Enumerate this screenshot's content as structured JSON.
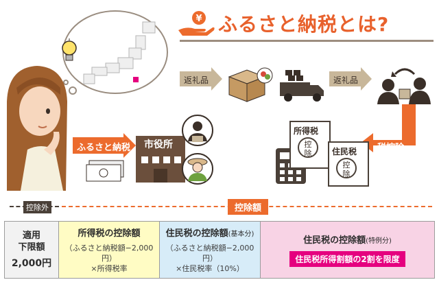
{
  "title": "ふるさと納税とは?",
  "labels": {
    "henreihin_1": "返礼品",
    "henreihin_2": "返礼品",
    "furusato": "ふるさと納税",
    "city_hall": "市役所",
    "zeikoujo": "税控除",
    "shotokuzei": "所得税",
    "juminzei": "住民税",
    "koujo_stamp_1": "控除",
    "koujo_stamp_2": "控除"
  },
  "range": {
    "excluded": "控除外",
    "deduction": "控除額"
  },
  "columns": [
    {
      "head": "適用\n下限額",
      "value": "2,000円"
    },
    {
      "head": "所得税の控除額",
      "formula_1": "（ふるさと納税額−2,000円）",
      "formula_2": "×所得税率"
    },
    {
      "head": "住民税の控除額",
      "head_note": "(基本分)",
      "formula_1": "（ふるさと納税額−2,000円）",
      "formula_2": "×住民税率（10%）"
    },
    {
      "head": "住民税の控除額",
      "head_note": "(特例分)",
      "badge": "住民税所得割額の2割を限度"
    }
  ],
  "colors": {
    "accent": "#ec6b2d",
    "tan": "#c8b79a",
    "col1": "#f2f2f2",
    "col2": "#fffcc4",
    "col3": "#d7ecf8",
    "col4": "#f8d3e5",
    "badge": "#e5007f"
  }
}
